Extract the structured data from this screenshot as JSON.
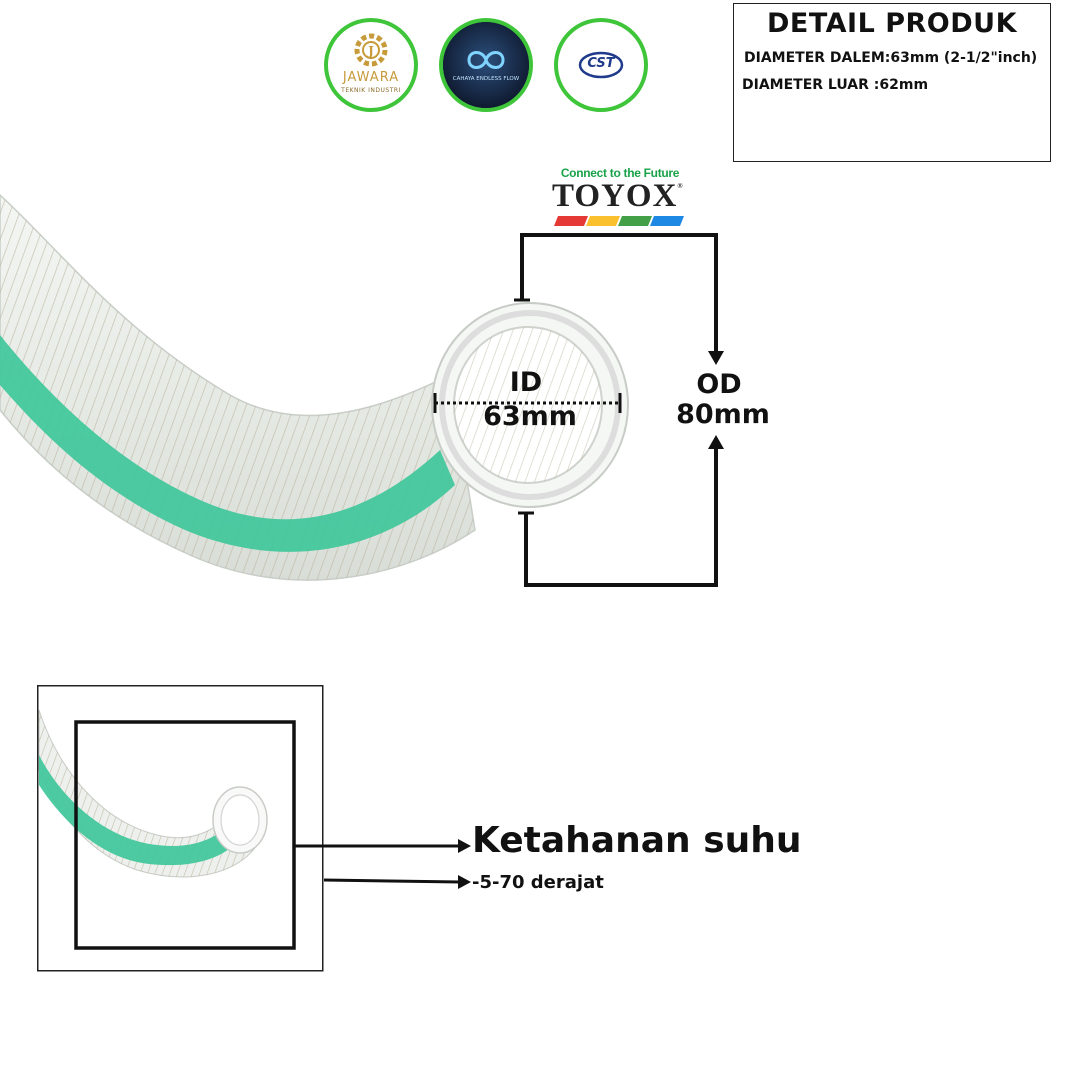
{
  "logos": {
    "jawara": {
      "name": "JAWARA",
      "subtitle": "TEKNIK INDUSTRI",
      "accent": "#c79a3a"
    },
    "cahaya": {
      "name": "CAHAYA ENDLESS FLOW",
      "accent": "#1b2a4a"
    },
    "cst": {
      "name": "CST",
      "accent": "#1f3a8a"
    },
    "ring_color": "#3fc53a"
  },
  "detail": {
    "title": "DETAIL PRODUK",
    "line_1": "DIAMETER DALEM:63mm (2-1/2\"inch)",
    "line_2": "DIAMETER LUAR :62mm"
  },
  "brand": {
    "tagline": "Connect to the Future",
    "name": "TOYOX",
    "trademark": "®",
    "stripe_colors": [
      "#e53935",
      "#fbc02d",
      "#43a047",
      "#1e88e5"
    ]
  },
  "dimensions": {
    "id_label": "ID",
    "id_value": "63mm",
    "od_label": "OD",
    "od_value": "80mm"
  },
  "feature": {
    "title": "Ketahanan suhu",
    "value": "-5-70 derajat"
  },
  "colors": {
    "hose_stripe": "#3fc79a",
    "hose_body": "#e9ece8",
    "spiral": "#b9b29a"
  }
}
